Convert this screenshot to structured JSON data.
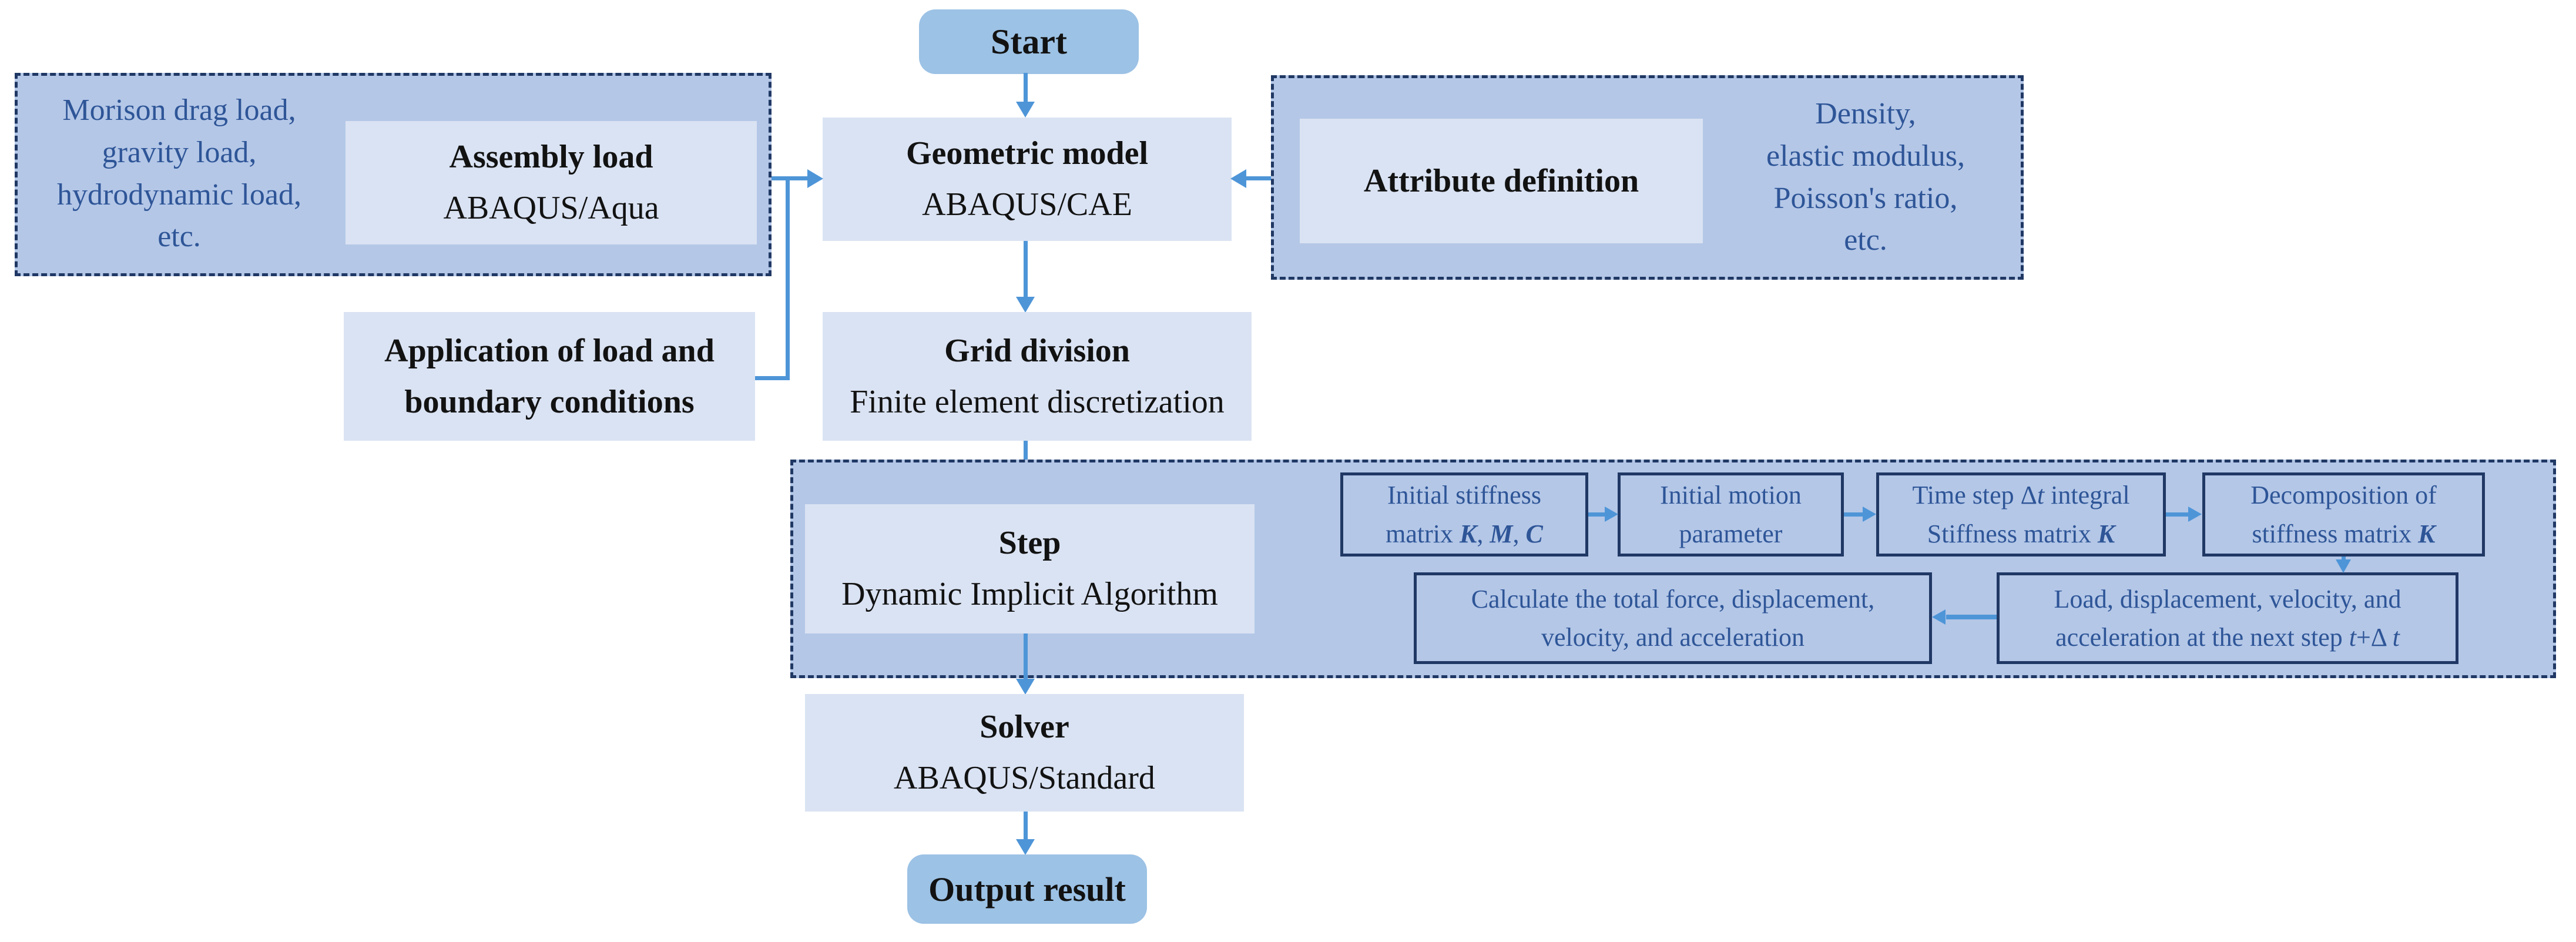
{
  "palette": {
    "container_fill": "#B4C7E7",
    "node_fill": "#DAE3F3",
    "terminal_fill": "#9CC2E5",
    "border_dark": "#203864",
    "text_dark": "#121212",
    "text_blue": "#2E5597",
    "arrow_blue": "#4E95D8",
    "background": "#FFFFFF"
  },
  "nodes": {
    "start": {
      "label": "Start"
    },
    "assembly": {
      "title": "Assembly load",
      "subtitle": "ABAQUS/Aqua"
    },
    "assembly_note": {
      "segments": [
        {
          "t": "Morison drag load,\ngravity load,\nhydrodynamic load,\netc."
        }
      ]
    },
    "geometric": {
      "title": "Geometric model",
      "subtitle": "ABAQUS/CAE"
    },
    "attribute": {
      "title": "Attribute definition"
    },
    "attribute_note": {
      "segments": [
        {
          "t": "Density,\nelastic modulus,\nPoisson's ratio,\netc."
        }
      ]
    },
    "application": {
      "segments": [
        {
          "t": "Application of load and\nboundary conditions"
        }
      ]
    },
    "grid": {
      "title": "Grid division",
      "subtitle": "Finite element discretization"
    },
    "step": {
      "title": "Step",
      "subtitle": "Dynamic Implicit Algorithm"
    },
    "solver": {
      "title": "Solver",
      "subtitle": "ABAQUS/Standard"
    },
    "output": {
      "label": "Output result"
    }
  },
  "algorithm": {
    "initial_stiffness": {
      "segments": [
        {
          "t": "Initial stiffness\nmatrix "
        },
        {
          "t": "K",
          "s": "bi"
        },
        {
          "t": ", "
        },
        {
          "t": "M",
          "s": "bi"
        },
        {
          "t": ", "
        },
        {
          "t": "C",
          "s": "bi"
        }
      ]
    },
    "initial_motion": {
      "segments": [
        {
          "t": "Initial motion\nparameter"
        }
      ]
    },
    "time_step": {
      "segments": [
        {
          "t": "Time step Δ"
        },
        {
          "t": "t",
          "s": "i"
        },
        {
          "t": " integral\nStiffness matrix "
        },
        {
          "t": "K",
          "s": "bi"
        }
      ]
    },
    "decomposition": {
      "segments": [
        {
          "t": "Decomposition of\nstiffness matrix "
        },
        {
          "t": "K",
          "s": "bi"
        }
      ]
    },
    "next_step": {
      "segments": [
        {
          "t": "Load, displacement, velocity, and\nacceleration at the next step "
        },
        {
          "t": "t",
          "s": "i"
        },
        {
          "t": "+Δ "
        },
        {
          "t": "t",
          "s": "i"
        }
      ]
    },
    "calculate": {
      "segments": [
        {
          "t": "Calculate the total force, displacement,\nvelocity, and acceleration"
        }
      ]
    }
  }
}
